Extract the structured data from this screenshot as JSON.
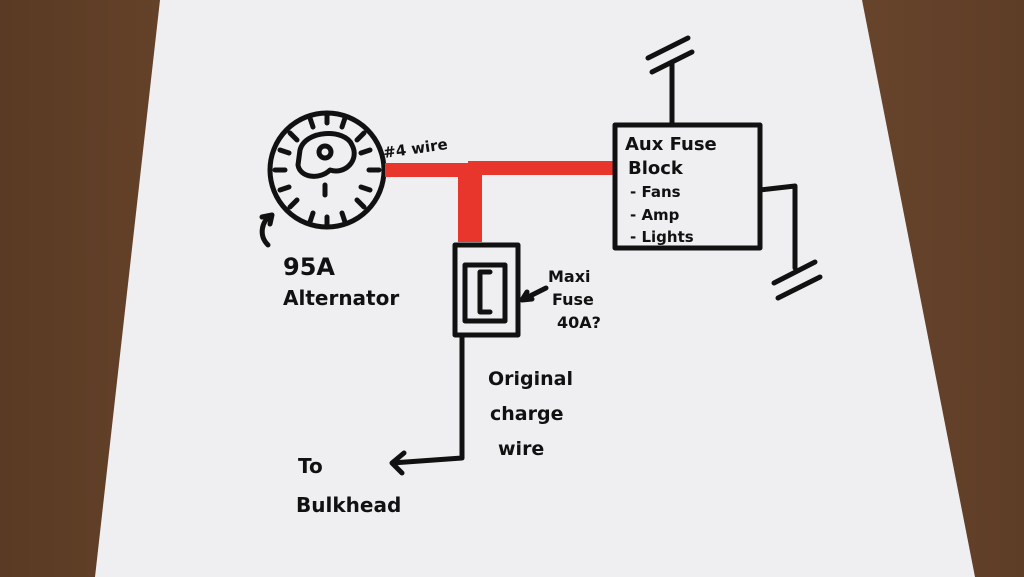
{
  "diagram": {
    "alternator": {
      "label_line1": "95A",
      "label_line2": "Alternator"
    },
    "wire_label": "#4 wire",
    "aux_fuse_block": {
      "title_line1": "Aux Fuse",
      "title_line2": "Block",
      "items": [
        "- Fans",
        "- Amp",
        "- Lights"
      ]
    },
    "maxi_fuse": {
      "line1": "Maxi",
      "line2": "Fuse",
      "line3": "40A?"
    },
    "charge_wire": {
      "line1": "Original",
      "line2": "charge",
      "line3": "wire"
    },
    "bulkhead": {
      "line1": "To",
      "line2": "Bulkhead"
    },
    "colors": {
      "wire_red": "#e8362c",
      "ink": "#111111",
      "paper": "#f1f1f3",
      "table": "#6e4a30"
    }
  }
}
